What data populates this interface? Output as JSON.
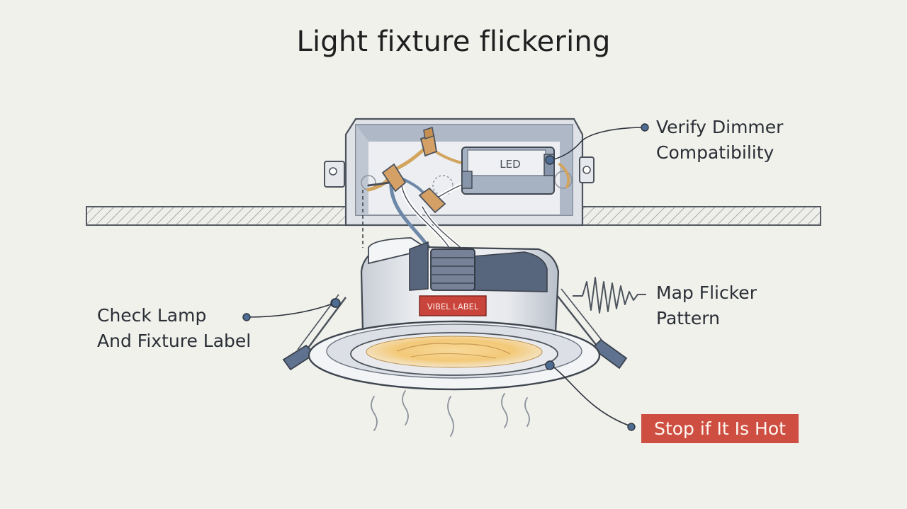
{
  "title": "Light fixture flickering",
  "driver_label": "LED",
  "fixture_label": "VIBEL LABEL",
  "callouts": {
    "dimmer": {
      "line1": "Verify Dimmer",
      "line2": "Compatibility"
    },
    "label": {
      "line1": "Check Lamp",
      "line2": "And Fixture Label"
    },
    "flicker": {
      "line1": "Map Flicker",
      "line2": "Pattern"
    },
    "hot": "Stop if It Is Hot"
  },
  "colors": {
    "background": "#f1f1ec",
    "ink": "#2a2f36",
    "junction_box": "#dfe3e8",
    "box_shadow": "#9aa6b8",
    "wire_nut": "#d4a066",
    "warning": "#cf4e42",
    "lamp_glow": "#f3c978"
  }
}
